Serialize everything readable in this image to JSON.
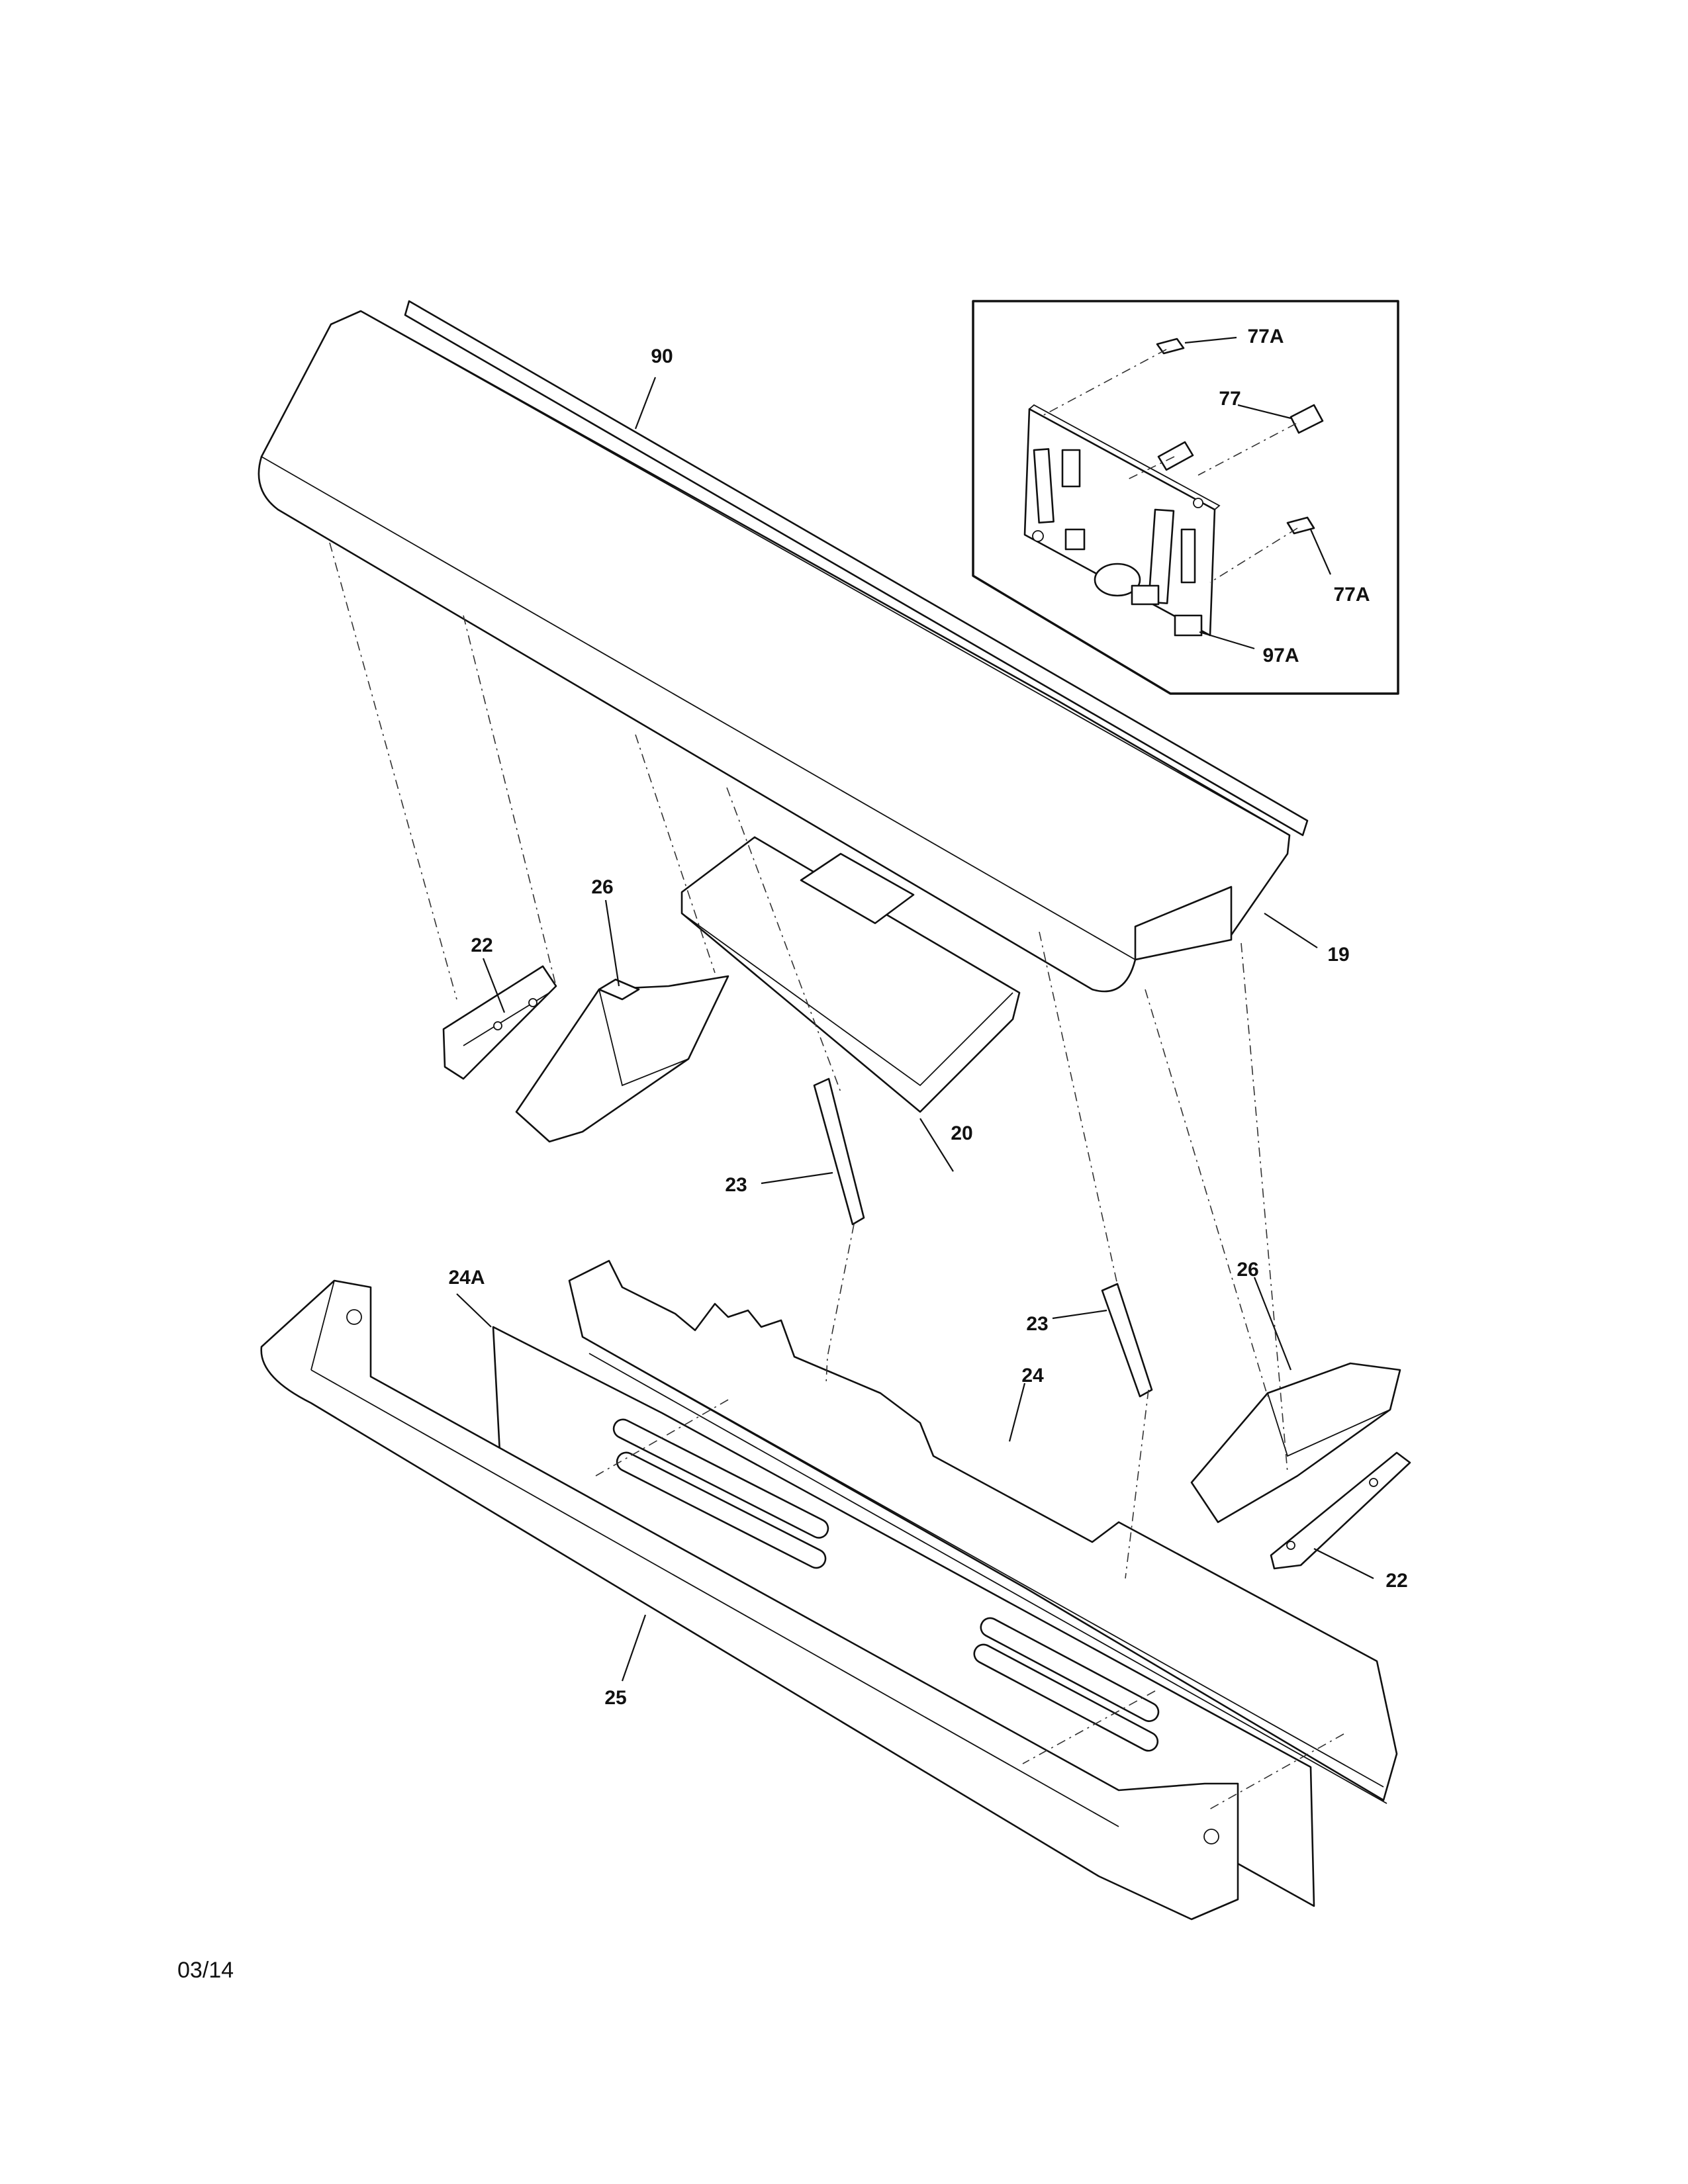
{
  "labels": {
    "p90": "90",
    "p19": "19",
    "p20": "20",
    "p22a": "22",
    "p22b": "22",
    "p23a": "23",
    "p23b": "23",
    "p24": "24",
    "p24a": "24A",
    "p25": "25",
    "p26a": "26",
    "p26b": "26",
    "p77": "77",
    "p77a_top": "77A",
    "p77a_bottom": "77A",
    "p97a": "97A"
  },
  "footer": {
    "date_code": "03/14"
  }
}
